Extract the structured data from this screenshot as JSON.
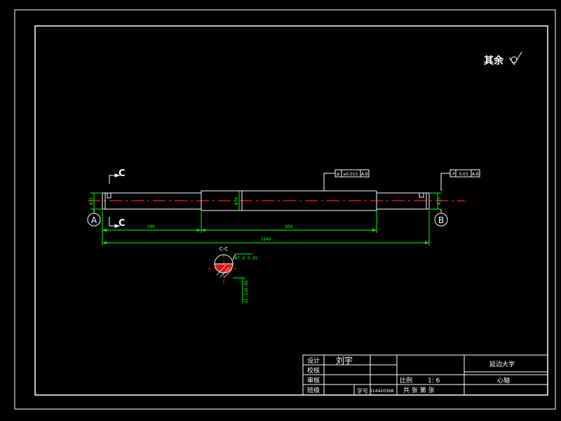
{
  "drawing": {
    "surface_finish_note": "其余",
    "section_label_top": "C",
    "section_label_bottom": "C",
    "datum_a": "A",
    "datum_b": "B",
    "section_view_label": "C-C",
    "tolerance_frame_1": {
      "symbol": "⌀",
      "value": "⌀0.015",
      "datum": "A-B"
    },
    "tolerance_frame_2": {
      "symbol": "↗",
      "value": "0.03",
      "datum": "A-B"
    },
    "dimensions": {
      "left_diameter": "Φ35",
      "middle_diameter": "Φ70",
      "right_diameter": "Φ35",
      "length_1": "289",
      "length_2": "850",
      "total_length": "1640",
      "section_width": "Φ7.0 0.05",
      "section_depth": "41.5±0.05"
    }
  },
  "title_block": {
    "rows": [
      {
        "label": "设计",
        "value": "刘宇"
      },
      {
        "label": "校核",
        "value": ""
      },
      {
        "label": "审核",
        "value": ""
      },
      {
        "label": "班级",
        "value": ""
      }
    ],
    "student_id_label": "学号",
    "student_id": "314420368",
    "scale_label": "比例",
    "scale_value": "1: 6",
    "sheets": "共  张  第  张",
    "school": "延边大学",
    "part_name": "心轴"
  }
}
